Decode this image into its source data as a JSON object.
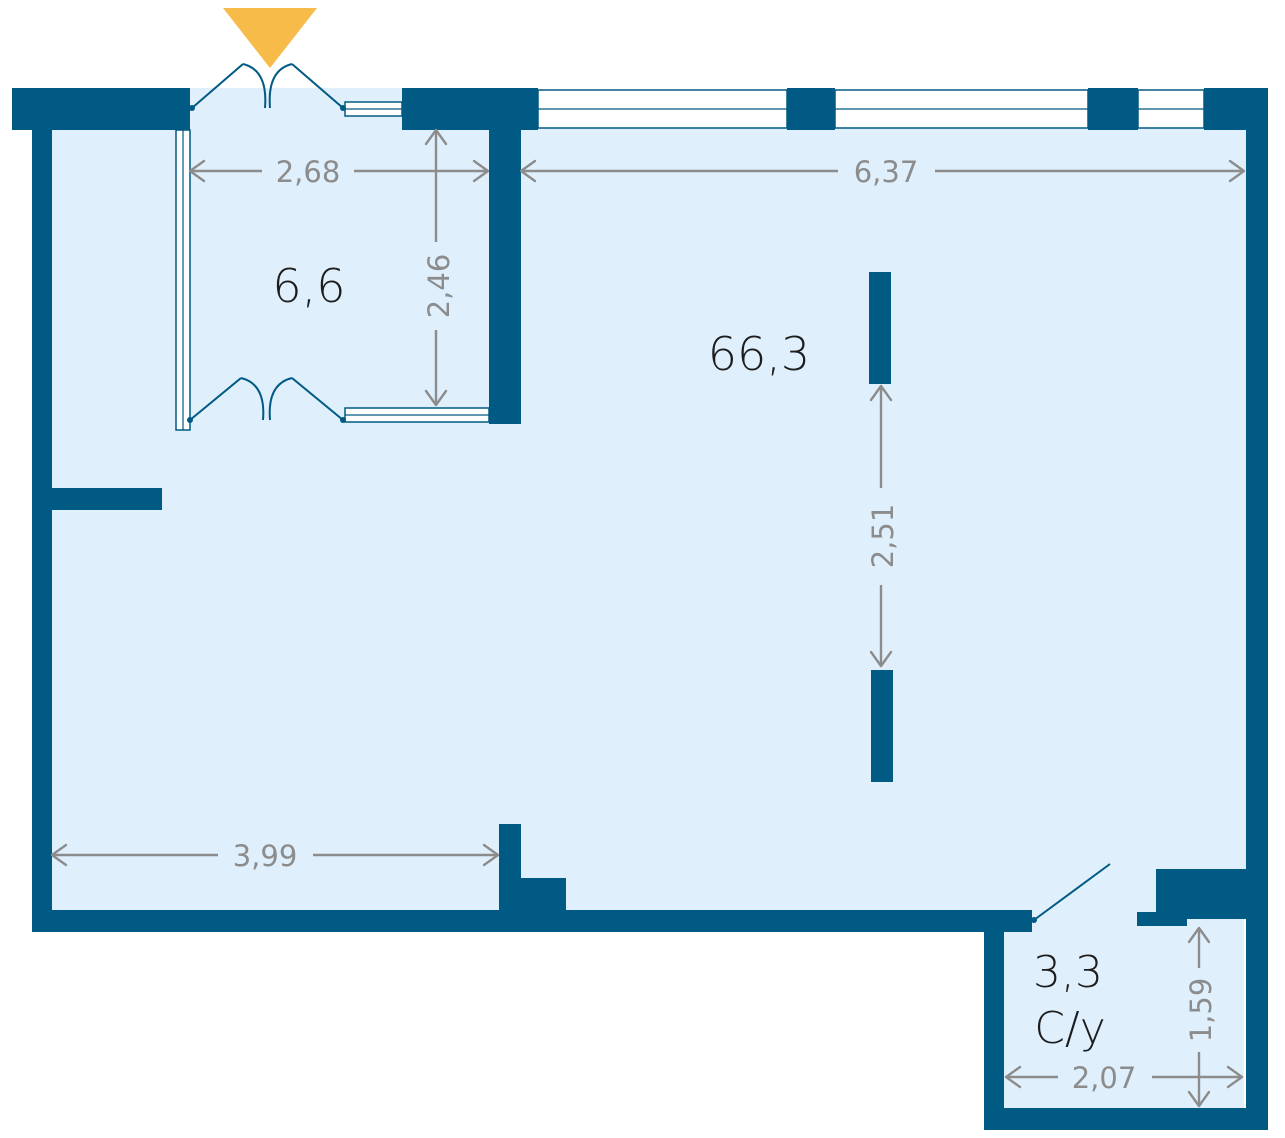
{
  "rooms": {
    "main_area": "66,3",
    "vestibule_area": "6,6",
    "bathroom_area": "3,3",
    "bathroom_label": "С/у"
  },
  "dimensions": {
    "vestibule_width": "2,68",
    "vestibule_depth": "2,46",
    "main_width": "6,37",
    "column_gap": "2,51",
    "bottom_left_width": "3,99",
    "bathroom_width": "2,07",
    "bathroom_depth": "1,59"
  },
  "colors": {
    "wall": "#005a84",
    "floor": "#dff0fc",
    "dimension": "#8c8c8c",
    "entrance_marker": "#f7bb4a"
  },
  "icons": {
    "entrance": "entrance-triangle-icon"
  }
}
